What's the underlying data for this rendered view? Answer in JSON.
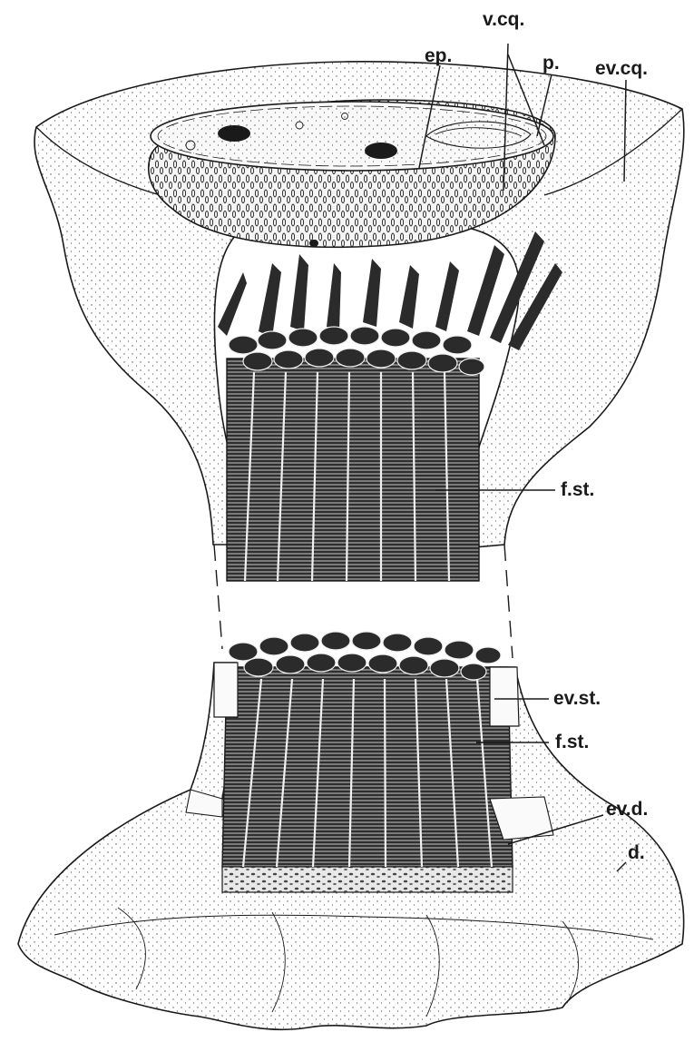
{
  "labels": {
    "vcq": "v.cq.",
    "ep": "ep.",
    "p": "p.",
    "evcq": "ev.cq.",
    "fst_upper": "f.st.",
    "evst": "ev.st.",
    "fst_lower": "f.st.",
    "evd": "ev.d.",
    "d": "d."
  },
  "colors": {
    "ink": "#1a1a1a",
    "paper": "#ffffff",
    "fiber": "#3a3a3a",
    "stipple": "#555555"
  }
}
